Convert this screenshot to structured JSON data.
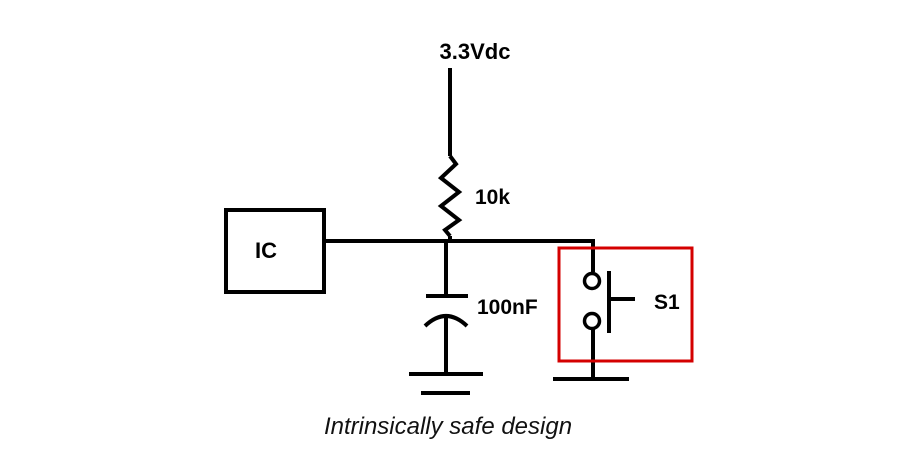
{
  "diagram": {
    "supply_label": "3.3Vdc",
    "resistor_label": "10k",
    "ic_label": "IC",
    "capacitor_label": "100nF",
    "switch_label": "S1",
    "caption": "Intrinsically safe design",
    "highlight_color": "#d40000",
    "wire_color": "#000000"
  }
}
